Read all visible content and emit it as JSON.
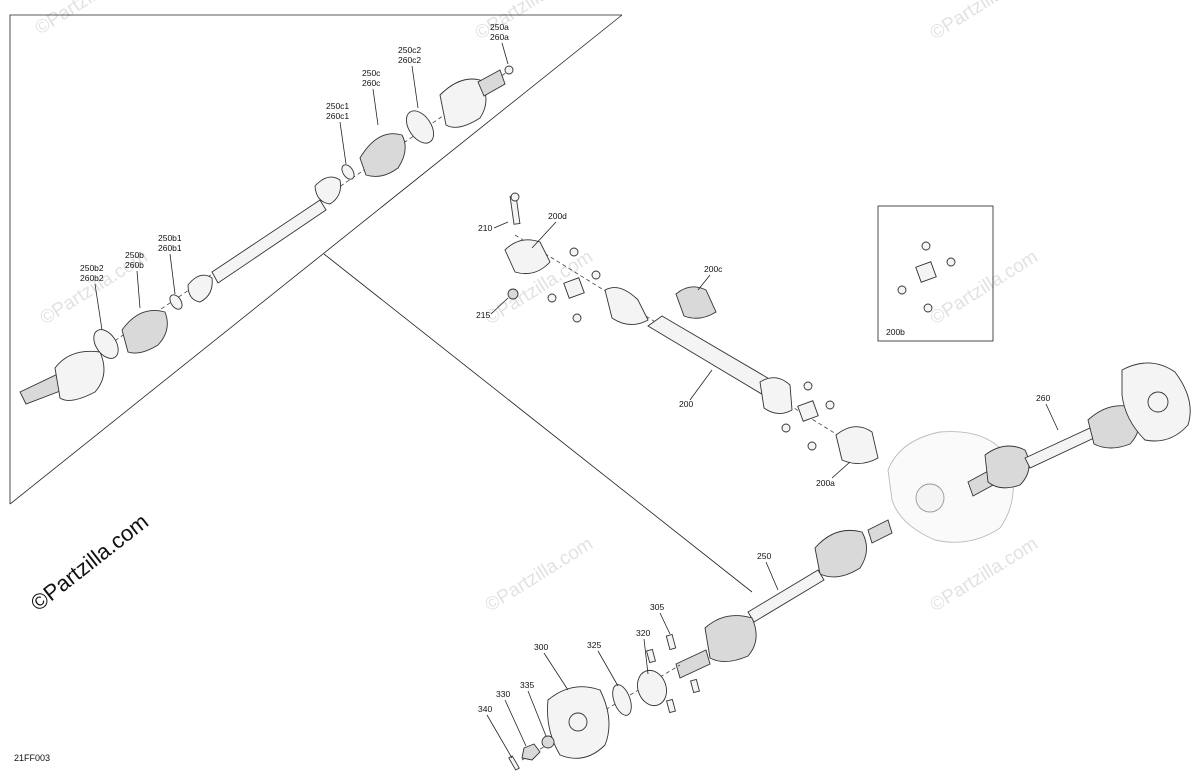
{
  "diagram_code": "21FF003",
  "watermark": "©Partzilla.com",
  "labels": {
    "l250a": "250a",
    "l260a": "260a",
    "l250c2": "250c2",
    "l260c2": "260c2",
    "l250c": "250c",
    "l260c": "260c",
    "l250c1": "250c1",
    "l260c1": "260c1",
    "l250b1": "250b1",
    "l260b1": "260b1",
    "l250b": "250b",
    "l260b": "260b",
    "l250b2": "250b2",
    "l260b2": "260b2",
    "l210": "210",
    "l200d": "200d",
    "l200c": "200c",
    "l215": "215",
    "l200": "200",
    "l200a": "200a",
    "l200b": "200b",
    "l260": "260",
    "l250": "250",
    "l305": "305",
    "l320": "320",
    "l325": "325",
    "l300": "300",
    "l335": "335",
    "l330": "330",
    "l340": "340"
  }
}
